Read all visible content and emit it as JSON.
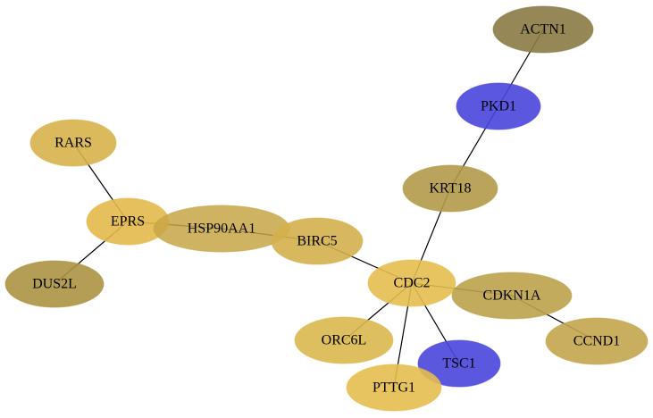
{
  "graph": {
    "nodes": [
      {
        "id": "ACTN1",
        "label": "ACTN1",
        "color": "#8b7a45",
        "opacity": 0.9
      },
      {
        "id": "PKD1",
        "label": "PKD1",
        "color": "#4a45dc",
        "opacity": 0.9
      },
      {
        "id": "KRT18",
        "label": "KRT18",
        "color": "#b39a4a",
        "opacity": 0.9
      },
      {
        "id": "RARS",
        "label": "RARS",
        "color": "#d6b24a",
        "opacity": 0.9
      },
      {
        "id": "EPRS",
        "label": "EPRS",
        "color": "#e2b94a",
        "opacity": 0.9
      },
      {
        "id": "HSP90AA1",
        "label": "HSP90AA1",
        "color": "#c8a646",
        "opacity": 0.85
      },
      {
        "id": "BIRC5",
        "label": "BIRC5",
        "color": "#d3b04e",
        "opacity": 0.9
      },
      {
        "id": "DUS2L",
        "label": "DUS2L",
        "color": "#ac9343",
        "opacity": 0.9
      },
      {
        "id": "CDC2",
        "label": "CDC2",
        "color": "#e5be4f",
        "opacity": 0.9
      },
      {
        "id": "CDKN1A",
        "label": "CDKN1A",
        "color": "#bda24d",
        "opacity": 0.9
      },
      {
        "id": "CCND1",
        "label": "CCND1",
        "color": "#c3a54f",
        "opacity": 0.9
      },
      {
        "id": "ORC6L",
        "label": "ORC6L",
        "color": "#dab84e",
        "opacity": 0.9
      },
      {
        "id": "TSC1",
        "label": "TSC1",
        "color": "#4a45dc",
        "opacity": 0.9
      },
      {
        "id": "PTTG1",
        "label": "PTTG1",
        "color": "#e5be4f",
        "opacity": 0.9
      }
    ],
    "edges": [
      {
        "source": "ACTN1",
        "target": "PKD1"
      },
      {
        "source": "PKD1",
        "target": "KRT18"
      },
      {
        "source": "KRT18",
        "target": "CDC2"
      },
      {
        "source": "RARS",
        "target": "EPRS"
      },
      {
        "source": "EPRS",
        "target": "DUS2L"
      },
      {
        "source": "EPRS",
        "target": "HSP90AA1"
      },
      {
        "source": "HSP90AA1",
        "target": "BIRC5"
      },
      {
        "source": "BIRC5",
        "target": "CDC2"
      },
      {
        "source": "CDC2",
        "target": "CDKN1A"
      },
      {
        "source": "CDKN1A",
        "target": "CCND1"
      },
      {
        "source": "CDC2",
        "target": "ORC6L"
      },
      {
        "source": "CDC2",
        "target": "TSC1"
      },
      {
        "source": "CDC2",
        "target": "PTTG1"
      }
    ]
  }
}
